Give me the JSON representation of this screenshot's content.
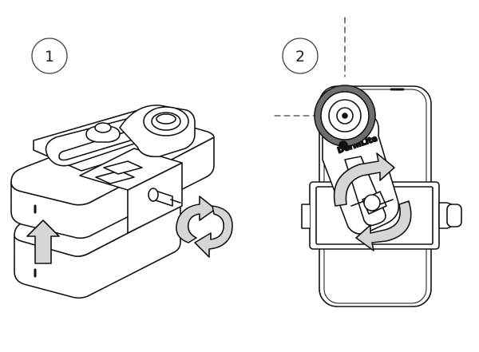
{
  "steps": [
    {
      "number": "1"
    },
    {
      "number": "2"
    }
  ],
  "labels": {
    "brand_mark": "DermLite"
  },
  "icons": {
    "lift_arrow": "up-arrow-icon",
    "rotate_arrow": "rotate-clockwise-icon"
  },
  "colors": {
    "line": "#111111",
    "fill": "#ffffff",
    "arrow_fill": "#d6d6d6",
    "ring_dark": "#6e6e6e"
  }
}
